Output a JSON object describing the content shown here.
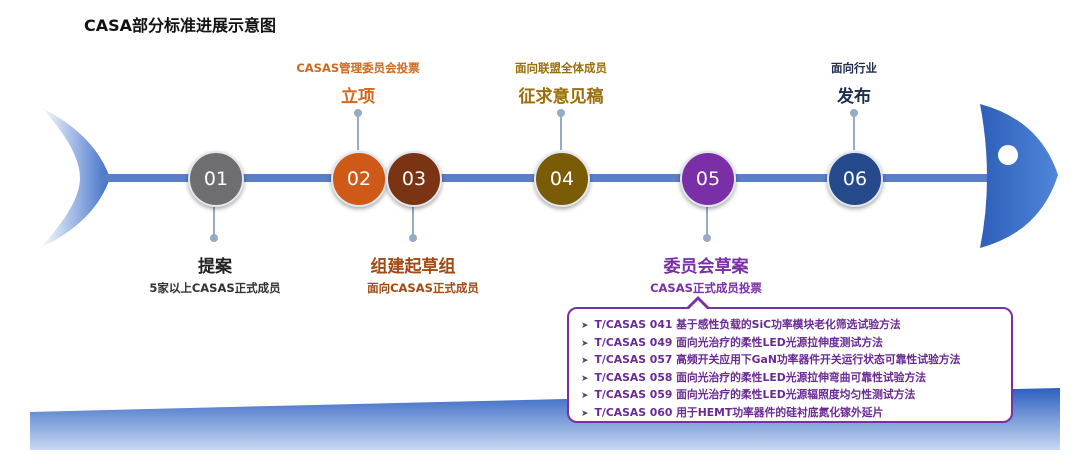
{
  "title": "CASA部分标准进展示意图",
  "steps": [
    {
      "num": "01",
      "color": "#6e6e70",
      "title": "提案",
      "title_color": "#222222",
      "sub": "5家以上CASAS正式成员",
      "sub_color": "#333333",
      "position": "below"
    },
    {
      "num": "02",
      "color": "#cf5a17",
      "title": "立项",
      "title_color": "#d0671f",
      "sub": "CASAS管理委员会投票",
      "sub_color": "#d0671f",
      "position": "above"
    },
    {
      "num": "03",
      "color": "#7a3413",
      "title": "组建起草组",
      "title_color": "#a14a16",
      "sub": "面向CASAS正式成员",
      "sub_color": "#a14a16",
      "position": "below"
    },
    {
      "num": "04",
      "color": "#7a5c07",
      "title": "征求意见稿",
      "title_color": "#9a6d08",
      "sub": "面向联盟全体成员",
      "sub_color": "#9a6d08",
      "position": "above"
    },
    {
      "num": "05",
      "color": "#7a2fa7",
      "title": "委员会草案",
      "title_color": "#7a2fa7",
      "sub": "CASAS正式成员投票",
      "sub_color": "#7a2fa7",
      "position": "below"
    },
    {
      "num": "06",
      "color": "#244a8c",
      "title": "发布",
      "title_color": "#1d2c4f",
      "sub": "面向行业",
      "sub_color": "#1d2c4f",
      "position": "above"
    }
  ],
  "documents": [
    "T/CASAS 041  基于感性负载的SiC功率模块老化筛选试验方法",
    "T/CASAS 049  面向光治疗的柔性LED光源拉伸度测试方法",
    "T/CASAS 057  高频开关应用下GaN功率器件开关运行状态可靠性试验方法",
    "T/CASAS 058  面向光治疗的柔性LED光源拉伸弯曲可靠性试验方法",
    "T/CASAS 059  面向光治疗的柔性LED光源辐照度均匀性测试方法",
    "T/CASAS 060  用于HEMT功率器件的硅衬底氮化镓外延片"
  ],
  "colors": {
    "spine": "#5b7fc4",
    "fish_blue": "#3f73cf",
    "base_blue": "#4f7bd2"
  }
}
